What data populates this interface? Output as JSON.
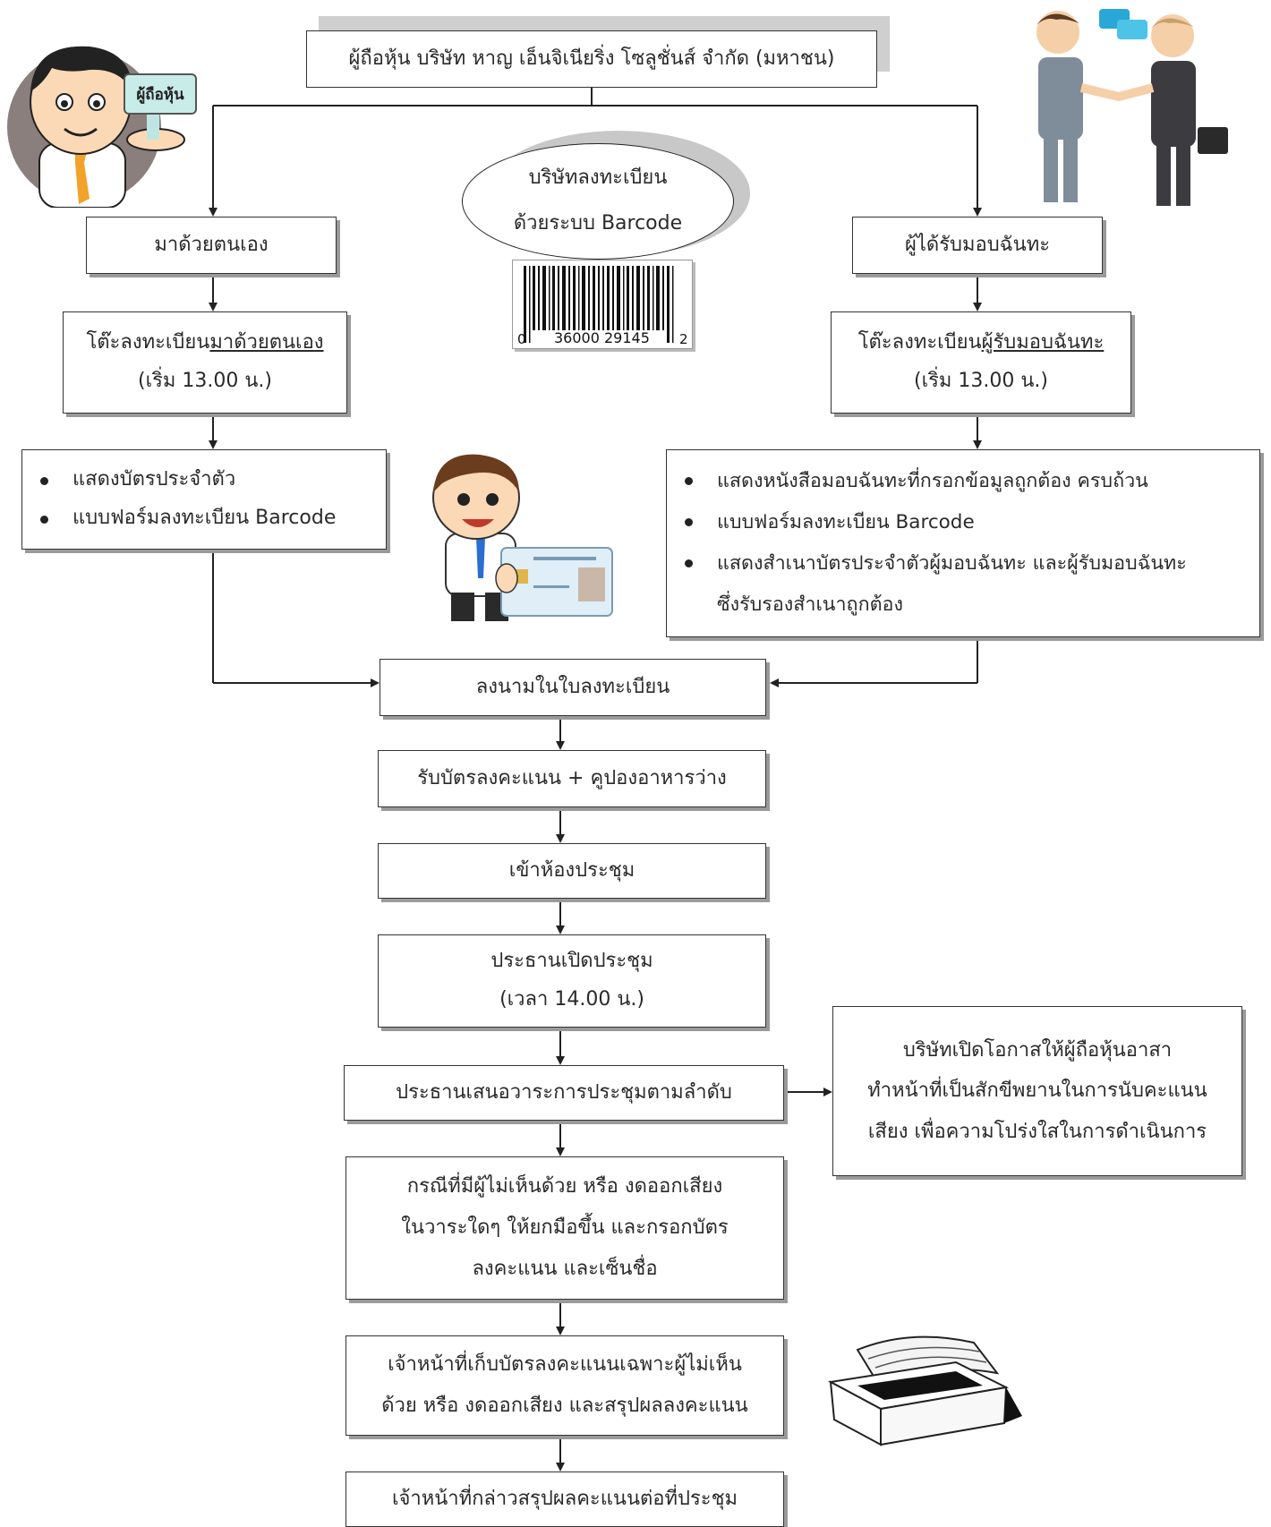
{
  "title": "ผู้ถือหุ้น บริษัท หาญ เอ็นจิเนียริ่ง โซลูชั่นส์ จำกัด (มหาชน)",
  "badge_label": "ผู้ถือหุ้น",
  "center_note": {
    "line1": "บริษัทลงทะเบียน",
    "line2": "ด้วยระบบ Barcode"
  },
  "barcode": {
    "left_digit": "0",
    "number": "36000 29145",
    "right_digit": "2"
  },
  "left_branch": {
    "self": "มาด้วยตนเอง",
    "desk_prefix": "โต๊ะลงทะเบียน",
    "desk_underlined": "มาด้วยตนเอง",
    "desk_time": "(เริ่ม 13.00 น.)",
    "docs": [
      "แสดงบัตรประจำตัว",
      "แบบฟอร์มลงทะเบียน Barcode"
    ]
  },
  "right_branch": {
    "proxy": "ผู้ได้รับมอบฉันทะ",
    "desk_prefix": "โต๊ะลงทะเบียน",
    "desk_underlined": "ผู้รับมอบฉันทะ",
    "desk_time": "(เริ่ม 13.00 น.)",
    "docs": [
      "แสดงหนังสือมอบฉันทะที่กรอกข้อมูลถูกต้อง ครบถ้วน",
      "แบบฟอร์มลงทะเบียน Barcode",
      "แสดงสำเนาบัตรประจำตัวผู้มอบฉันทะ และผู้รับมอบฉันทะ",
      "ซึ่งรับรองสำเนาถูกต้อง"
    ]
  },
  "steps": {
    "sign": "ลงนามในใบลงทะเบียน",
    "receive": "รับบัตรลงคะแนน + คูปองอาหารว่าง",
    "enter": "เข้าห้องประชุม",
    "open_line1": "ประธานเปิดประชุม",
    "open_line2": "(เวลา 14.00 น.)",
    "agenda": "ประธานเสนอวาระการประชุมตามลำดับ",
    "dissent_line1": "กรณีที่มีผู้ไม่เห็นด้วย หรือ งดออกเสียง",
    "dissent_line2": "ในวาระใดๆ ให้ยกมือขึ้น และกรอกบัตร",
    "dissent_line3": "ลงคะแนน และเซ็นชื่อ",
    "collect_line1": "เจ้าหน้าที่เก็บบัตรลงคะแนนเฉพาะผู้ไม่เห็น",
    "collect_line2": "ด้วย หรือ งดออกเสียง และสรุปผลลงคะแนน",
    "announce": "เจ้าหน้าที่กล่าวสรุปผลคะแนนต่อที่ประชุม"
  },
  "side_note": {
    "line1": "บริษัทเปิดโอกาสให้ผู้ถือหุ้นอาสา",
    "line2": "ทำหน้าที่เป็นสักขีพยานในการนับคะแนน",
    "line3": "เสียง เพื่อความโปร่งใสในการดำเนินการ"
  },
  "colors": {
    "line": "#222222",
    "shadow": "#9a9a9a",
    "chat_bubble": "#29a8d8",
    "suit": "#7f8c99"
  }
}
